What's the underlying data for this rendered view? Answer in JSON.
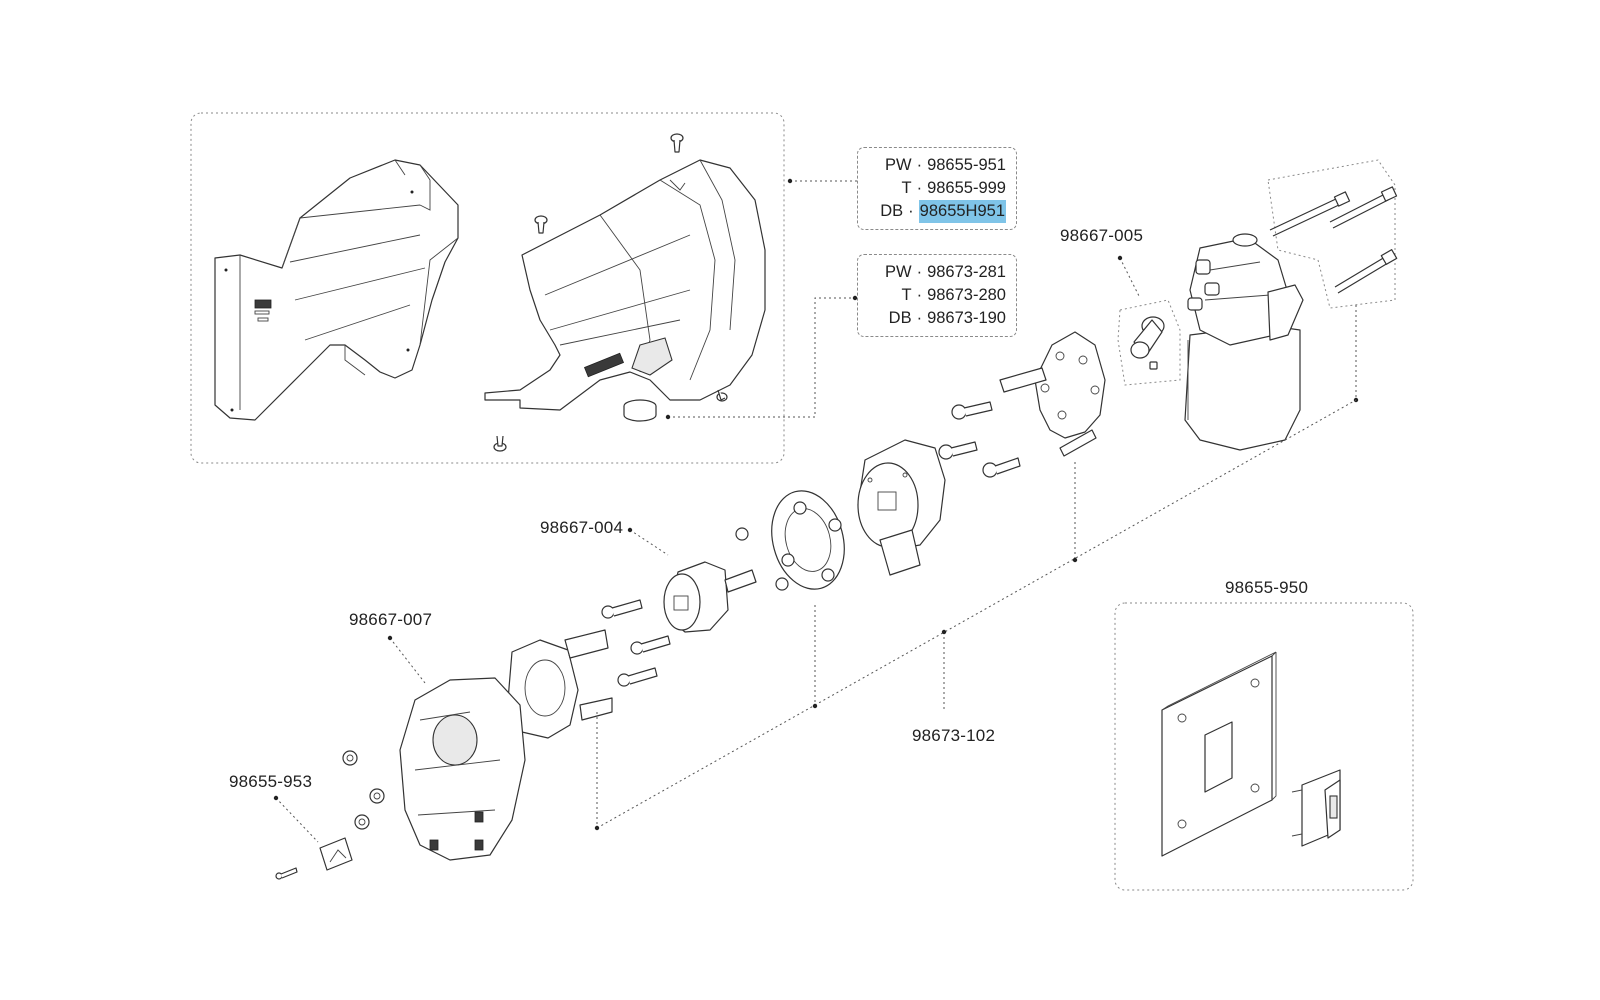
{
  "colors": {
    "highlight": "#7fc4e8",
    "line": "#333333",
    "leader": "#555555"
  },
  "code_box_top": {
    "rows": [
      {
        "prefix": "PW",
        "code": "98655-951",
        "highlighted": false
      },
      {
        "prefix": "T",
        "code": "98655-999",
        "highlighted": false
      },
      {
        "prefix": "DB",
        "code": "98655H951",
        "highlighted": true
      }
    ]
  },
  "code_box_mid": {
    "rows": [
      {
        "prefix": "PW",
        "code": "98673-281",
        "highlighted": false
      },
      {
        "prefix": "T",
        "code": "98673-280",
        "highlighted": false
      },
      {
        "prefix": "DB",
        "code": "98673-190",
        "highlighted": false
      }
    ]
  },
  "separator": "·",
  "part_labels": {
    "p98667_005": "98667-005",
    "p98667_004": "98667-004",
    "p98667_007": "98667-007",
    "p98655_953": "98655-953",
    "p98673_102": "98673-102",
    "p98655_950": "98655-950"
  }
}
